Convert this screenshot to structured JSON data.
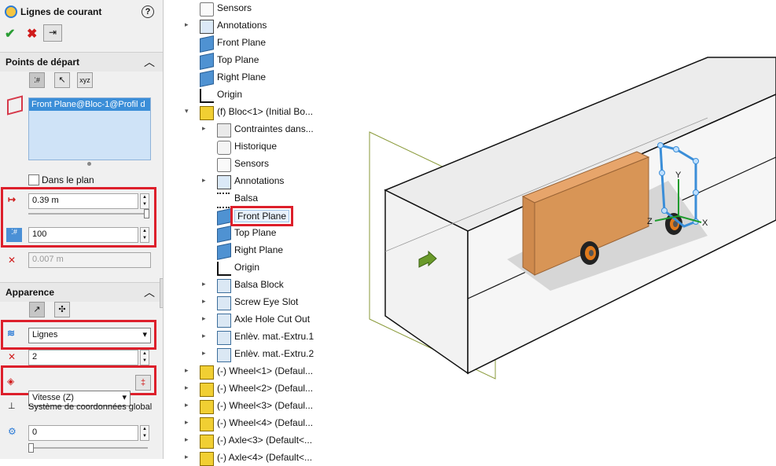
{
  "panel": {
    "title": "Lignes de courant",
    "help": "?",
    "sections": {
      "start": "Points de départ",
      "appearance": "Apparence"
    },
    "selection_item": "Front Plane@Bloc-1@Profil d",
    "in_plane_label": "Dans le plan",
    "length_value": "0.39 m",
    "count_value": "100",
    "step_value": "0.007 m",
    "display_mode": "Lignes",
    "line_width": "2",
    "color_by": "Vitesse (Z)",
    "coord_system": "Système de coordonnées global",
    "offset_value": "0"
  },
  "tree": [
    {
      "label": "Sensors",
      "icon": "sensors-icon",
      "indent": 0,
      "expand": false
    },
    {
      "label": "Annotations",
      "icon": "annotations-icon",
      "indent": 0,
      "expand": true
    },
    {
      "label": "Front Plane",
      "icon": "plane-icon",
      "indent": 0,
      "expand": false
    },
    {
      "label": "Top Plane",
      "icon": "plane-icon",
      "indent": 0,
      "expand": false
    },
    {
      "label": "Right Plane",
      "icon": "plane-icon",
      "indent": 0,
      "expand": false
    },
    {
      "label": "Origin",
      "icon": "origin-icon",
      "indent": 0,
      "expand": false
    },
    {
      "label": "(f) Bloc<1> (Initial Bo...",
      "icon": "part-icon",
      "indent": 0,
      "expand": "open"
    },
    {
      "label": "Contraintes dans...",
      "icon": "folder-icon",
      "indent": 1,
      "expand": true
    },
    {
      "label": "Historique",
      "icon": "history-icon",
      "indent": 1,
      "expand": false
    },
    {
      "label": "Sensors",
      "icon": "sensors-icon",
      "indent": 1,
      "expand": false
    },
    {
      "label": "Annotations",
      "icon": "annotations-icon",
      "indent": 1,
      "expand": true
    },
    {
      "label": "Balsa",
      "icon": "material-icon",
      "indent": 1,
      "expand": false
    },
    {
      "label": "Front Plane",
      "icon": "plane-icon",
      "indent": 1,
      "expand": false,
      "selected": true
    },
    {
      "label": "Top Plane",
      "icon": "plane-icon",
      "indent": 1,
      "expand": false
    },
    {
      "label": "Right Plane",
      "icon": "plane-icon",
      "indent": 1,
      "expand": false
    },
    {
      "label": "Origin",
      "icon": "origin-icon",
      "indent": 1,
      "expand": false
    },
    {
      "label": "Balsa Block",
      "icon": "feature-icon",
      "indent": 1,
      "expand": true
    },
    {
      "label": "Screw Eye Slot",
      "icon": "feature-icon",
      "indent": 1,
      "expand": true
    },
    {
      "label": "Axle Hole Cut Out",
      "icon": "feature-icon",
      "indent": 1,
      "expand": true
    },
    {
      "label": "Enlèv. mat.-Extru.1",
      "icon": "feature-icon",
      "indent": 1,
      "expand": true
    },
    {
      "label": "Enlèv. mat.-Extru.2",
      "icon": "feature-icon",
      "indent": 1,
      "expand": true
    },
    {
      "label": "(-) Wheel<1> (Defaul...",
      "icon": "part-icon",
      "indent": 0,
      "expand": true
    },
    {
      "label": "(-) Wheel<2> (Defaul...",
      "icon": "part-icon",
      "indent": 0,
      "expand": true
    },
    {
      "label": "(-) Wheel<3> (Defaul...",
      "icon": "part-icon",
      "indent": 0,
      "expand": true
    },
    {
      "label": "(-) Wheel<4> (Defaul...",
      "icon": "part-icon",
      "indent": 0,
      "expand": true
    },
    {
      "label": "(-) Axle<3> (Default<...",
      "icon": "part-icon",
      "indent": 0,
      "expand": true
    },
    {
      "label": "(-) Axle<4> (Default<...",
      "icon": "part-icon",
      "indent": 0,
      "expand": true
    }
  ],
  "view": {
    "axis_x": "X",
    "axis_y": "Y",
    "axis_z": "Z"
  }
}
